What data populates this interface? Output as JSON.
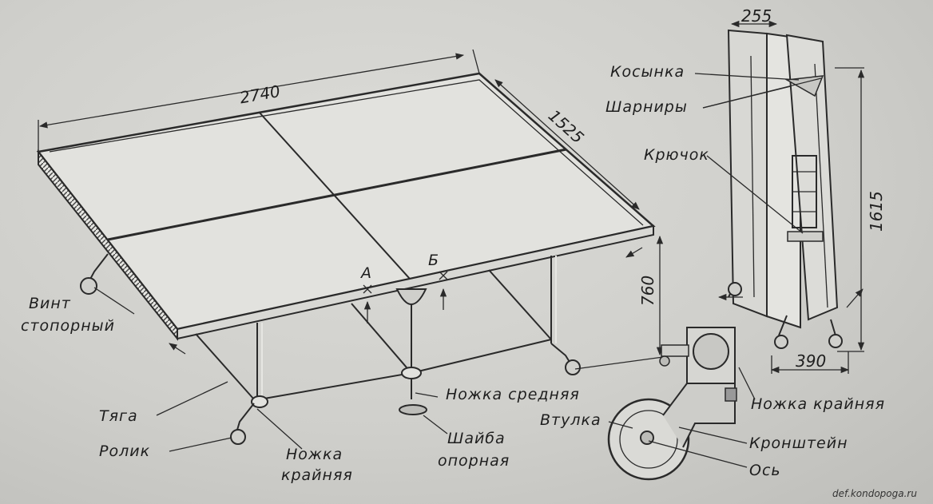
{
  "dimensions": {
    "length": "2740",
    "width": "1525",
    "height": "760",
    "folded_depth": "255",
    "folded_height": "1615",
    "folded_width": "390"
  },
  "markers": {
    "a": "А",
    "b": "Б"
  },
  "labels": {
    "vint_1": "Винт",
    "vint_2": "стопорный",
    "tyaga": "Тяга",
    "rolik": "Ролик",
    "nozhka_krainyaya_1": "Ножка",
    "nozhka_krainyaya_2": "крайняя",
    "nozhka_srednyaya": "Ножка средняя",
    "shaiba_1": "Шайба",
    "shaiba_2": "опорная",
    "vtulka": "Втулка",
    "nozhka_krainyaya_detail": "Ножка крайняя",
    "kronshtein": "Кронштейн",
    "os": "Ось",
    "kosynka": "Косынка",
    "sharniry": "Шарниры",
    "kryuchok": "Крючок"
  },
  "watermark": "def.kondopoga.ru"
}
